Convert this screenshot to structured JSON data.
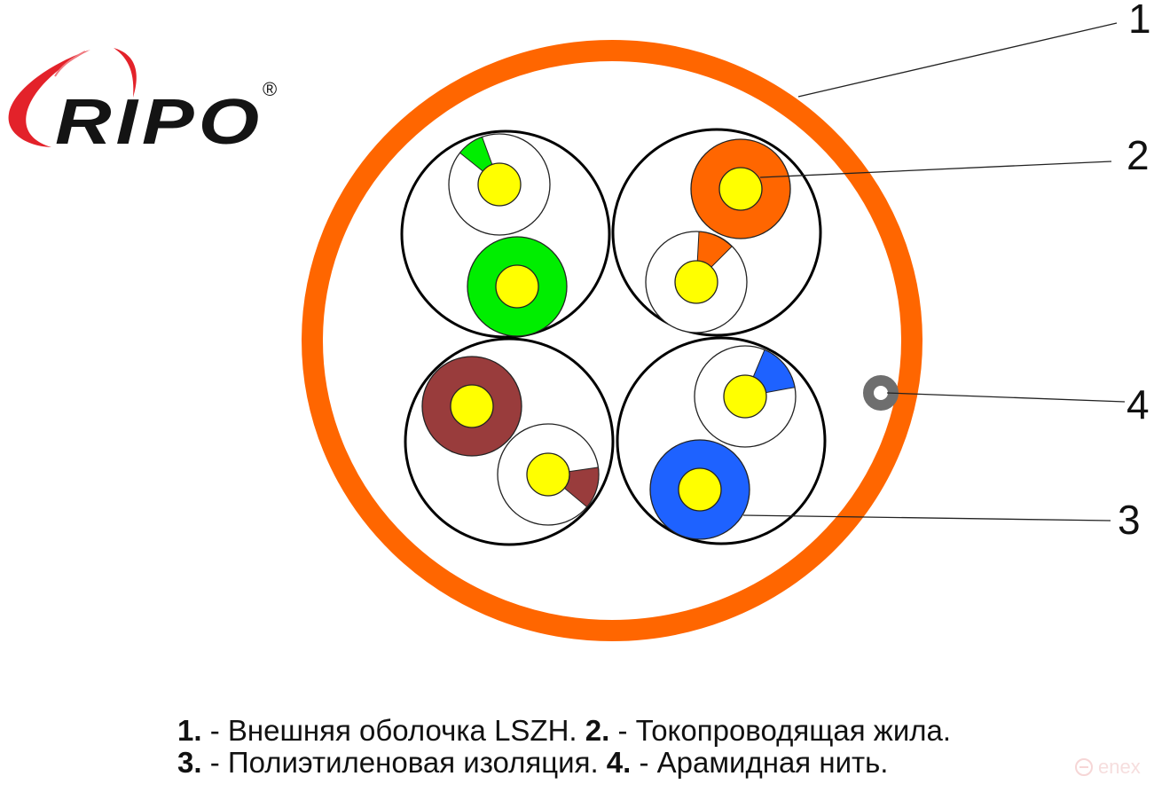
{
  "logo": {
    "brand_text": "RIPO",
    "registered_mark": "®",
    "colors": {
      "swoosh": "#e3222a",
      "text": "#141414"
    }
  },
  "cable_diagram": {
    "colors": {
      "outer_jacket": "#ff6600",
      "conductor": "#ffff00",
      "pair_outline": "#000000",
      "aramid_thread": "#6e6e6e",
      "green": "#00ee00",
      "orange": "#ff6600",
      "brown": "#993c3c",
      "blue": "#1e62ff"
    },
    "pairs": [
      {
        "name": "green",
        "position": "top-left"
      },
      {
        "name": "orange",
        "position": "top-right"
      },
      {
        "name": "brown",
        "position": "bottom-left"
      },
      {
        "name": "blue",
        "position": "bottom-right"
      }
    ]
  },
  "callouts": [
    {
      "number": "1",
      "target": "outer-jacket"
    },
    {
      "number": "2",
      "target": "conductor"
    },
    {
      "number": "3",
      "target": "insulation"
    },
    {
      "number": "4",
      "target": "aramid-thread"
    }
  ],
  "caption": {
    "line1": [
      {
        "num": "1.",
        "text": " - Внешняя оболочка LSZH. "
      },
      {
        "num": "2.",
        "text": " - Токопроводящая жила."
      }
    ],
    "line2": [
      {
        "num": "3.",
        "text": " - Полиэтиленовая изоляция. "
      },
      {
        "num": "4.",
        "text": " - Арамидная нить."
      }
    ]
  },
  "watermark": {
    "text": "enex"
  }
}
